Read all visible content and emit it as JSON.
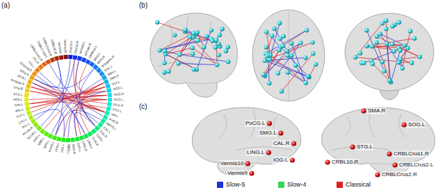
{
  "diagram": {
    "labels": [
      "(a)",
      "PreCG.L",
      "PreCG.R",
      "SFGdor.L",
      "SFGdor.R",
      "ORBsup.L",
      "MFG.L",
      "MFG.R",
      "IFGoperc.R",
      "ROL.L",
      "SMA.L",
      "SMA.R",
      "OLF.L",
      "ACG.L",
      "ACG.R",
      "DCG.L",
      "DCG.R",
      "PCG.L",
      "HIP.L",
      "PHG.R",
      "AMYG.L",
      "CAL.L",
      "CAL.R",
      "CUN.L",
      "CUN.R",
      "LING.L",
      "LING.R",
      "SOG.L",
      "SOG.R",
      "MOG.L",
      "IOG.L",
      "FFG.L",
      "PoCG.L",
      "SPG.L",
      "SMG.L",
      "ANG.L",
      "PCUN.L",
      "PCUN.R",
      "PCL.L",
      "CAU.L",
      "PUT.L",
      "PAL.L",
      "THA.L",
      "HES.L",
      "STG.L",
      "STG.R",
      "TPOsup.R",
      "MTG.L",
      "MTG.R",
      "TPOmid.R",
      "ITG.L",
      "ITG.R",
      "CRBLCrus1.R",
      "CRBLCrus2.L",
      "CRBLCrus2.R",
      "CRBL10.R",
      "Vermis9",
      "Vermis10",
      "(b)",
      "(c)",
      "PoCG.L",
      "SMG.L",
      "CAL.R",
      "LING.L",
      "IOG.L",
      "Vermis10",
      "Vermis9",
      "SMA.R",
      "SOG.L",
      "STG.L",
      "CRBL10.R",
      "CRBLCrus1.R",
      "CRBLCrus2.L",
      "CRBLCrus2.R"
    ],
    "legend": [
      {
        "text": "Slow-5",
        "color": "#1f2fd6"
      },
      {
        "text": "Slow-4",
        "color": "#33d65a"
      },
      {
        "text": "Classical",
        "color": "#e02020"
      }
    ]
  }
}
